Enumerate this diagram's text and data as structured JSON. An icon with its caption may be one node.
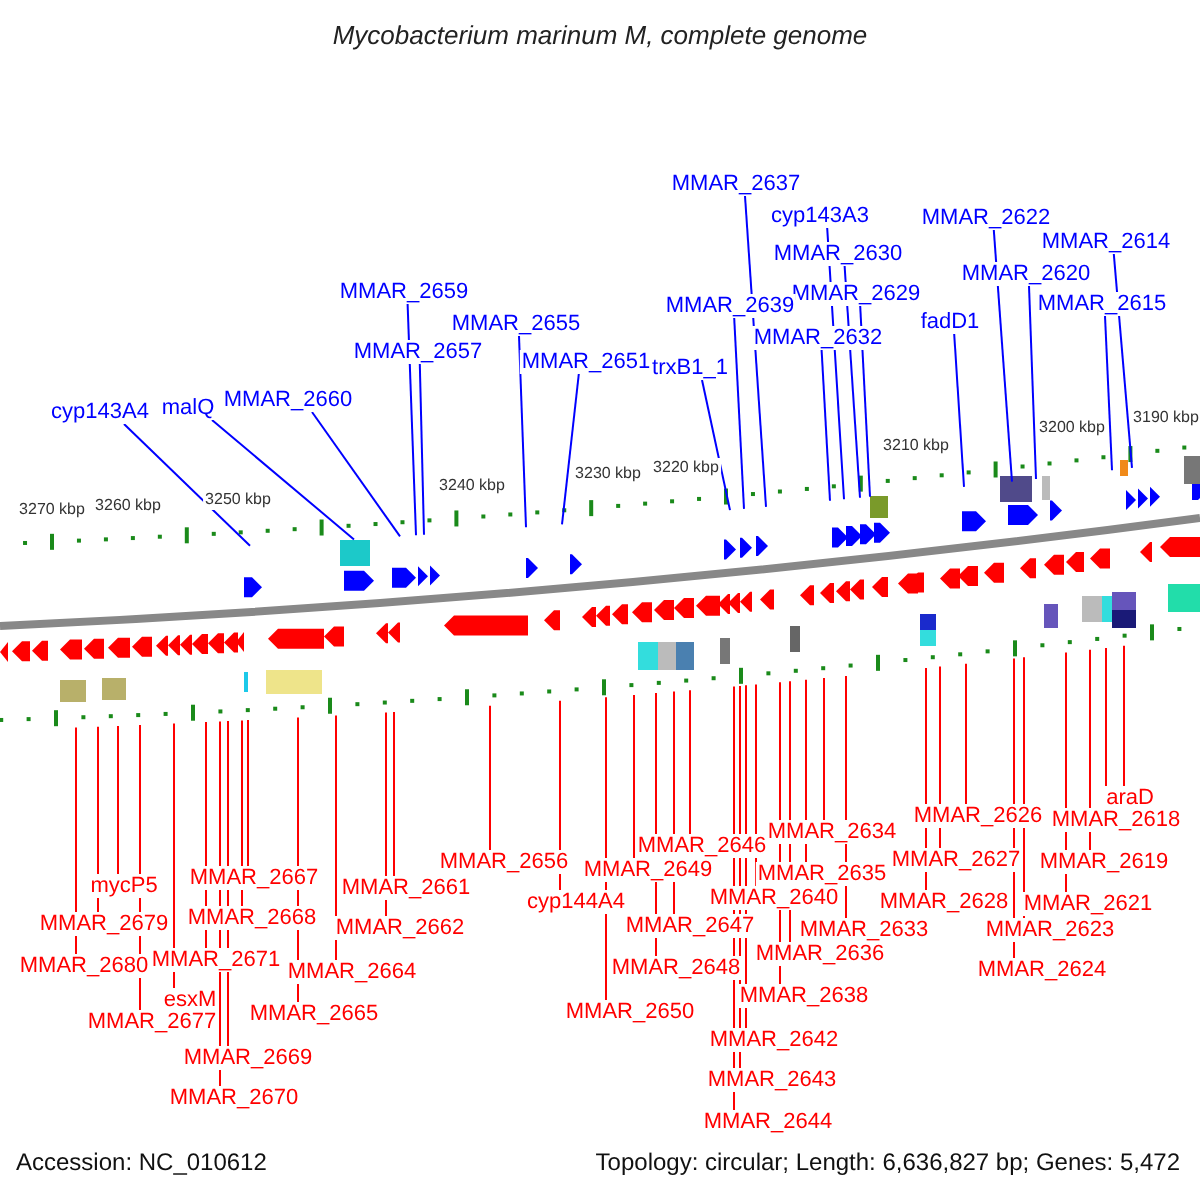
{
  "diagram": {
    "title": "Mycobacterium marinum M, complete genome",
    "nodes": [
      {
        "text": [
          "cyp143A4"
        ]
      },
      {
        "text": [
          "malQ"
        ]
      },
      {
        "text": [
          "MMAR_2660"
        ]
      },
      {
        "text": [
          "MMAR_2659"
        ]
      },
      {
        "text": [
          "MMAR_2657"
        ]
      },
      {
        "text": [
          "MMAR_2655"
        ]
      },
      {
        "text": [
          "MMAR_2651"
        ]
      },
      {
        "text": [
          "MMAR_2637"
        ]
      },
      {
        "text": [
          "cyp143A3"
        ]
      },
      {
        "text": [
          "MMAR_2630"
        ]
      },
      {
        "text": [
          "MMAR_2629"
        ]
      },
      {
        "text": [
          "MMAR_2639"
        ]
      },
      {
        "text": [
          "MMAR_2632"
        ]
      },
      {
        "text": [
          "trxB1_1"
        ]
      },
      {
        "text": [
          "MMAR_2622"
        ]
      },
      {
        "text": [
          "MMAR_2614"
        ]
      },
      {
        "text": [
          "MMAR_2620"
        ]
      },
      {
        "text": [
          "MMAR_2615"
        ]
      },
      {
        "text": [
          "fadD1"
        ]
      },
      {
        "text": [
          "mycP5"
        ]
      },
      {
        "text": [
          "MMAR_2679"
        ]
      },
      {
        "text": [
          "MMAR_2680"
        ]
      },
      {
        "text": [
          "esxM"
        ]
      },
      {
        "text": [
          "MMAR_2677"
        ]
      },
      {
        "text": [
          "MMAR_2667"
        ]
      },
      {
        "text": [
          "MMAR_2668"
        ]
      },
      {
        "text": [
          "MMAR_2671"
        ]
      },
      {
        "text": [
          "MMAR_2669"
        ]
      },
      {
        "text": [
          "MMAR_2670"
        ]
      },
      {
        "text": [
          "MMAR_2665"
        ]
      },
      {
        "text": [
          "MMAR_2664"
        ]
      },
      {
        "text": [
          "MMAR_2661"
        ]
      },
      {
        "text": [
          "MMAR_2662"
        ]
      },
      {
        "text": [
          "MMAR_2656"
        ]
      },
      {
        "text": [
          "cyp144A4"
        ]
      },
      {
        "text": [
          "MMAR_2646"
        ]
      },
      {
        "text": [
          "MMAR_2649"
        ]
      },
      {
        "text": [
          "MMAR_2647"
        ]
      },
      {
        "text": [
          "MMAR_2648"
        ]
      },
      {
        "text": [
          "MMAR_2650"
        ]
      },
      {
        "text": [
          "MMAR_2634"
        ]
      },
      {
        "text": [
          "MMAR_2635"
        ]
      },
      {
        "text": [
          "MMAR_2640"
        ]
      },
      {
        "text": [
          "MMAR_2633"
        ]
      },
      {
        "text": [
          "MMAR_2636"
        ]
      },
      {
        "text": [
          "MMAR_2638"
        ]
      },
      {
        "text": [
          "MMAR_2642"
        ]
      },
      {
        "text": [
          "MMAR_2643"
        ]
      },
      {
        "text": [
          "MMAR_2644"
        ]
      },
      {
        "text": [
          "MMAR_2626"
        ]
      },
      {
        "text": [
          "MMAR_2627"
        ]
      },
      {
        "text": [
          "MMAR_2628"
        ]
      },
      {
        "text": [
          "araD"
        ]
      },
      {
        "text": [
          "MMAR_2618"
        ]
      },
      {
        "text": [
          "MMAR_2619"
        ]
      },
      {
        "text": [
          "MMAR_2621"
        ]
      },
      {
        "text": [
          "MMAR_2623"
        ]
      },
      {
        "text": [
          "MMAR_2624"
        ]
      }
    ],
    "edges": [
      {
        "from": 0,
        "to": null,
        "arrow": "none",
        "color": "#0000ff"
      },
      {
        "from": 1,
        "to": null,
        "arrow": "none",
        "color": "#0000ff"
      },
      {
        "from": 2,
        "to": null,
        "arrow": "none",
        "color": "#0000ff"
      },
      {
        "from": 3,
        "to": null,
        "arrow": "none",
        "color": "#0000ff"
      },
      {
        "from": 4,
        "to": null,
        "arrow": "none",
        "color": "#0000ff"
      },
      {
        "from": 5,
        "to": null,
        "arrow": "none",
        "color": "#0000ff"
      },
      {
        "from": 6,
        "to": null,
        "arrow": "none",
        "color": "#0000ff"
      },
      {
        "from": 7,
        "to": null,
        "arrow": "none",
        "color": "#0000ff"
      },
      {
        "from": 8,
        "to": null,
        "arrow": "none",
        "color": "#0000ff"
      },
      {
        "from": 9,
        "to": null,
        "arrow": "none",
        "color": "#0000ff"
      },
      {
        "from": 10,
        "to": null,
        "arrow": "none",
        "color": "#0000ff"
      },
      {
        "from": 11,
        "to": null,
        "arrow": "none",
        "color": "#0000ff"
      },
      {
        "from": 12,
        "to": null,
        "arrow": "none",
        "color": "#0000ff"
      },
      {
        "from": 13,
        "to": null,
        "arrow": "none",
        "color": "#0000ff"
      },
      {
        "from": 14,
        "to": null,
        "arrow": "none",
        "color": "#0000ff"
      },
      {
        "from": 15,
        "to": null,
        "arrow": "none",
        "color": "#0000ff"
      },
      {
        "from": 16,
        "to": null,
        "arrow": "none",
        "color": "#0000ff"
      },
      {
        "from": 17,
        "to": null,
        "arrow": "none",
        "color": "#0000ff"
      },
      {
        "from": 18,
        "to": null,
        "arrow": "none",
        "color": "#0000ff"
      },
      {
        "from": 19,
        "to": null,
        "arrow": "none"
      },
      {
        "from": 20,
        "to": null,
        "arrow": "none"
      },
      {
        "from": 21,
        "to": null,
        "arrow": "none"
      },
      {
        "from": 22,
        "to": null,
        "arrow": "none"
      },
      {
        "from": 23,
        "to": null,
        "arrow": "none"
      },
      {
        "from": 24,
        "to": null,
        "arrow": "none"
      },
      {
        "from": 25,
        "to": null,
        "arrow": "none"
      },
      {
        "from": 26,
        "to": null,
        "arrow": "none"
      },
      {
        "from": 27,
        "to": null,
        "arrow": "none"
      },
      {
        "from": 28,
        "to": null,
        "arrow": "none"
      },
      {
        "from": 29,
        "to": null,
        "arrow": "none"
      },
      {
        "from": 30,
        "to": null,
        "arrow": "none"
      },
      {
        "from": 31,
        "to": null,
        "arrow": "none"
      },
      {
        "from": 32,
        "to": null,
        "arrow": "none"
      },
      {
        "from": 33,
        "to": null,
        "arrow": "none"
      },
      {
        "from": 34,
        "to": null,
        "arrow": "none"
      },
      {
        "from": 35,
        "to": null,
        "arrow": "none"
      },
      {
        "from": 36,
        "to": null,
        "arrow": "none"
      },
      {
        "from": 37,
        "to": null,
        "arrow": "none"
      },
      {
        "from": 38,
        "to": null,
        "arrow": "none"
      },
      {
        "from": 39,
        "to": null,
        "arrow": "none"
      },
      {
        "from": 40,
        "to": null,
        "arrow": "none"
      },
      {
        "from": 41,
        "to": null,
        "arrow": "none"
      },
      {
        "from": 42,
        "to": null,
        "arrow": "none"
      },
      {
        "from": 43,
        "to": null,
        "arrow": "none"
      },
      {
        "from": 44,
        "to": null,
        "arrow": "none"
      },
      {
        "from": 45,
        "to": null,
        "arrow": "none"
      },
      {
        "from": 46,
        "to": null,
        "arrow": "none"
      },
      {
        "from": 47,
        "to": null,
        "arrow": "none"
      },
      {
        "from": 48,
        "to": null,
        "arrow": "none"
      },
      {
        "from": 49,
        "to": null,
        "arrow": "none"
      },
      {
        "from": 50,
        "to": null,
        "arrow": "none"
      },
      {
        "from": 51,
        "to": null,
        "arrow": "none"
      },
      {
        "from": 52,
        "to": null,
        "arrow": "none"
      },
      {
        "from": 53,
        "to": null,
        "arrow": "none"
      },
      {
        "from": 54,
        "to": null,
        "arrow": "none"
      },
      {
        "from": 55,
        "to": null,
        "arrow": "none"
      },
      {
        "from": 56,
        "to": null,
        "arrow": "none"
      },
      {
        "from": 57,
        "to": null,
        "arrow": "none"
      }
    ],
    "labels": [
      "3270 kbp",
      "3260 kbp",
      "3250 kbp",
      "3240 kbp",
      "3230 kbp",
      "3220 kbp",
      "3210 kbp",
      "3200 kbp",
      "3190 kbp",
      "Accession: NC_010612",
      "Topology: circular; Length: 6,636,827 bp; Genes: 5,472"
    ]
  }
}
